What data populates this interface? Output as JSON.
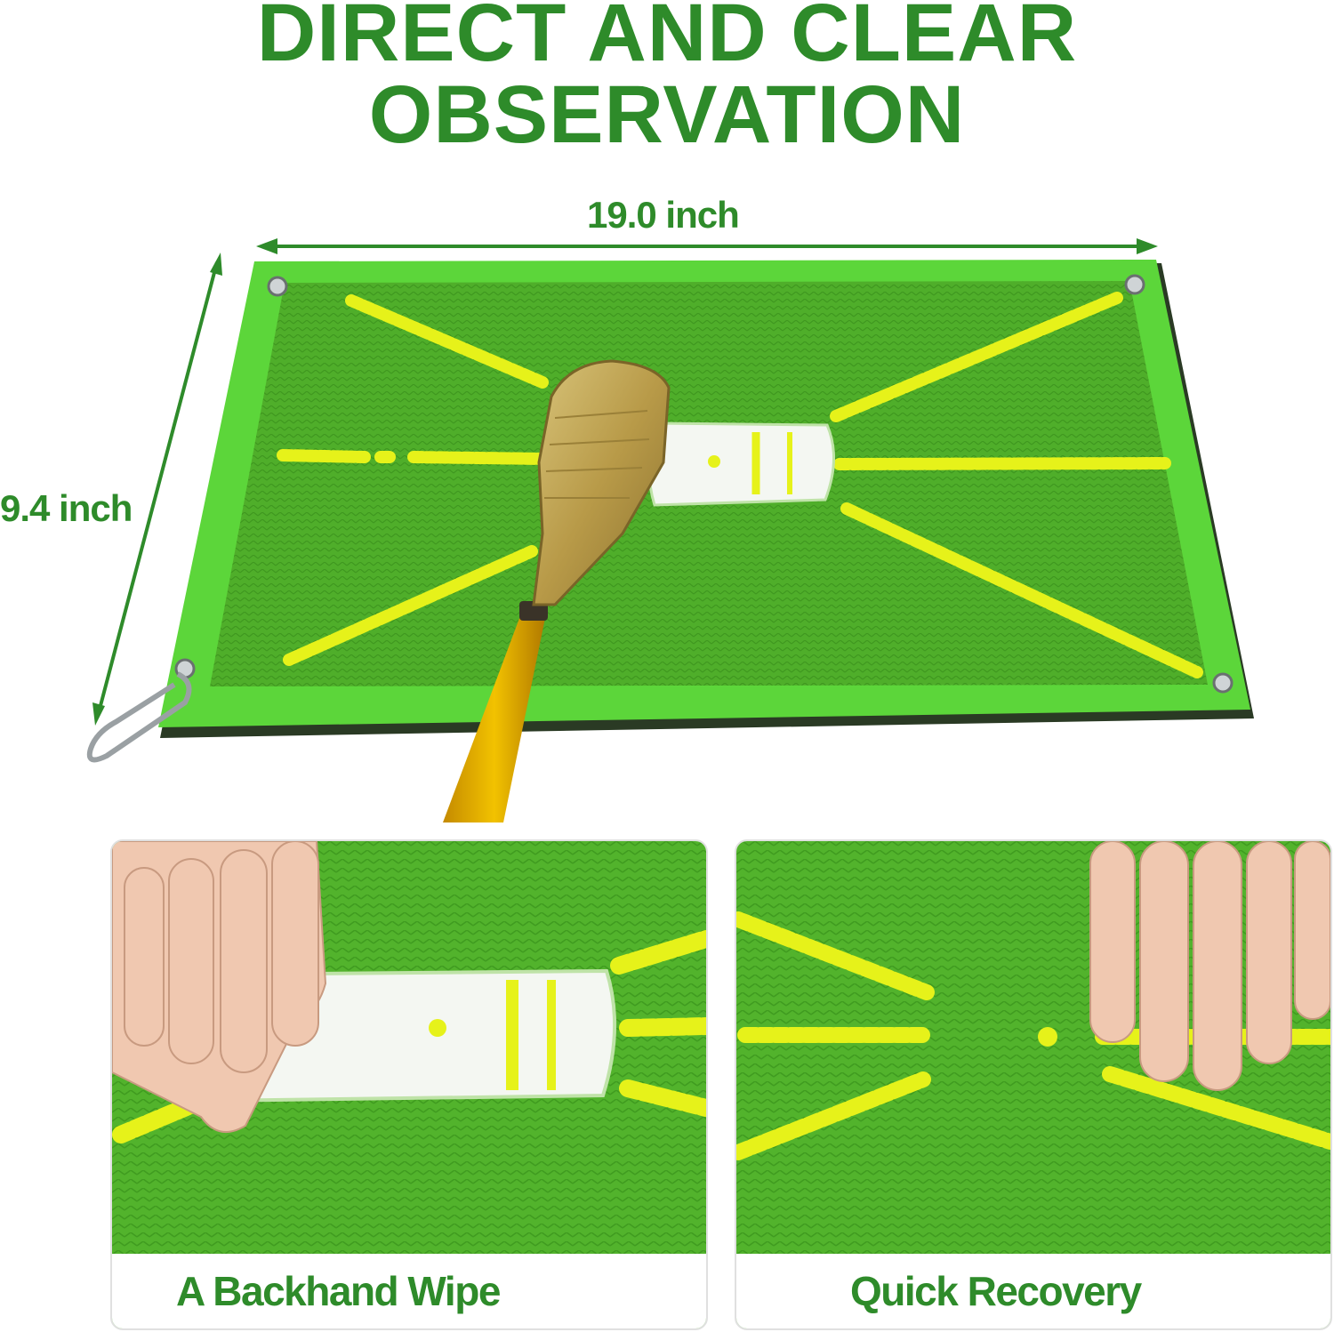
{
  "headline": {
    "line1": "DIRECT AND CLEAR",
    "line2": "OBSERVATION"
  },
  "dimensions": {
    "width_label": "19.0 inch",
    "height_label": "9.4 inch"
  },
  "panels": [
    {
      "caption": "A Backhand Wipe"
    },
    {
      "caption": "Quick Recovery"
    }
  ],
  "colors": {
    "brand_green": "#2e8b2a",
    "mat_border": "#5cd63a",
    "mat_turf": "#4fae2a",
    "guide_lines": "#e6f21a"
  }
}
